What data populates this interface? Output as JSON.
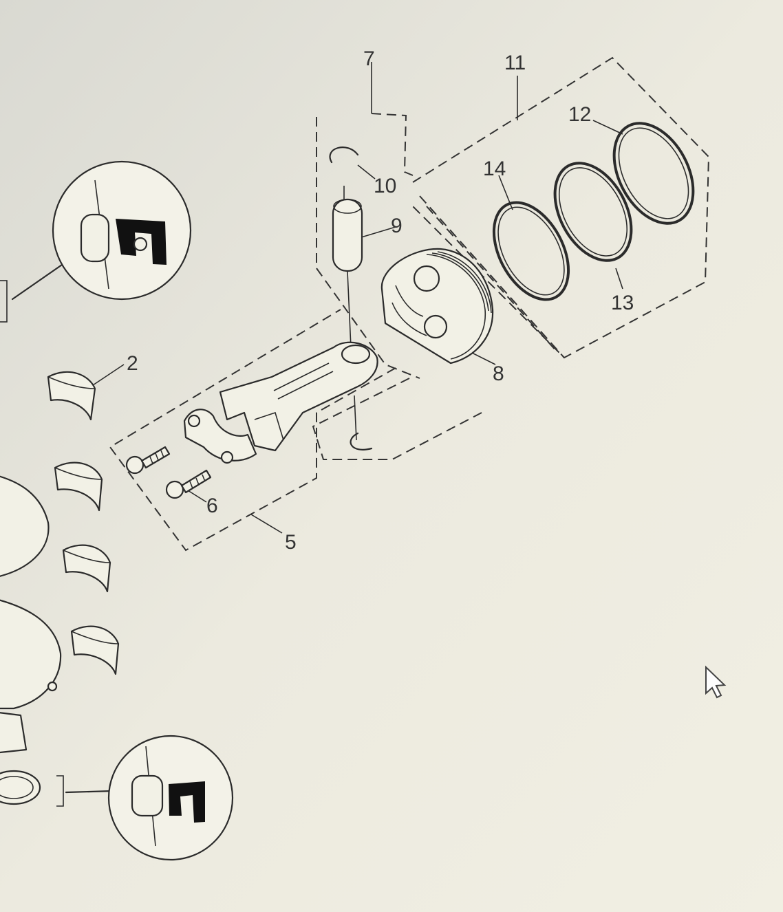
{
  "diagram": {
    "callouts": {
      "n2": "2",
      "n5": "5",
      "n6": "6",
      "n7": "7",
      "n8": "8",
      "n9": "9",
      "n10": "10",
      "n11": "11",
      "n12": "12",
      "n13": "13",
      "n14": "14"
    },
    "cursor": {
      "icon": "arrow-cursor-icon"
    },
    "colors": {
      "background": "#e9e8dc",
      "ink": "#2b2b2b"
    }
  }
}
